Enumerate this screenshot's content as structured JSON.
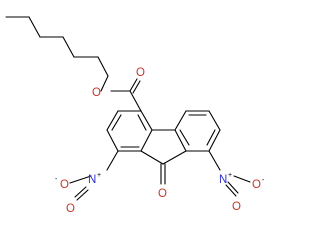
{
  "molecule": {
    "atoms": {
      "ester_o_single": {
        "symbol": "O",
        "color": "#c4372b"
      },
      "ester_o_double": {
        "symbol": "O",
        "color": "#c4372b"
      },
      "ketone_o": {
        "symbol": "O",
        "color": "#c4372b"
      },
      "nitro_left": {
        "n": "N",
        "o_up": "O",
        "o_down": "O",
        "n_charge": "+",
        "o_charge": "-",
        "n_color": "#2f2fd0",
        "o_color": "#c4372b"
      },
      "nitro_right": {
        "n": "N",
        "o_up": "O",
        "o_down": "O",
        "n_charge": "+",
        "o_charge": "-",
        "n_color": "#2f2fd0",
        "o_color": "#c4372b"
      }
    }
  }
}
